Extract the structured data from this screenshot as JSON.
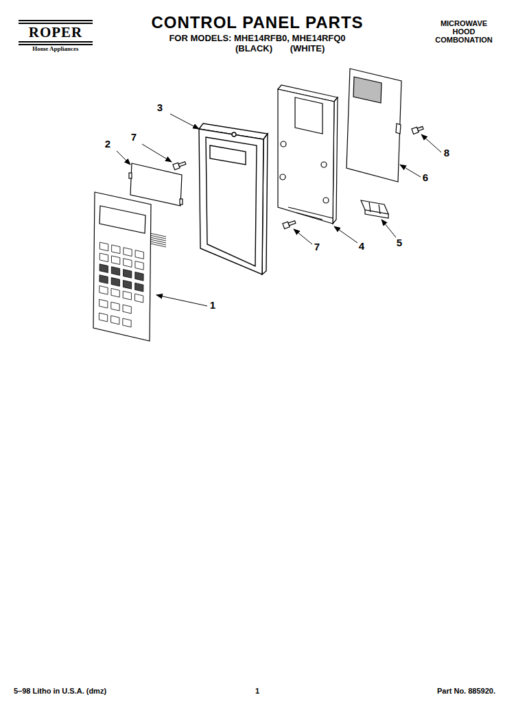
{
  "diagram": {
    "title": "CONTROL PANEL PARTS",
    "labels": [
      "ROPER",
      "Home Appliances",
      "FOR MODELS: MHE14RFB0, MHE14RFQ0",
      "(BLACK)",
      "(WHITE)",
      "MICROWAVE HOOD COMBONATION",
      "3",
      "2",
      "7",
      "8",
      "6",
      "5",
      "7",
      "4",
      "1",
      "5–98 Litho in U.S.A. (dmz)",
      "1",
      "Part No. 885920."
    ]
  }
}
